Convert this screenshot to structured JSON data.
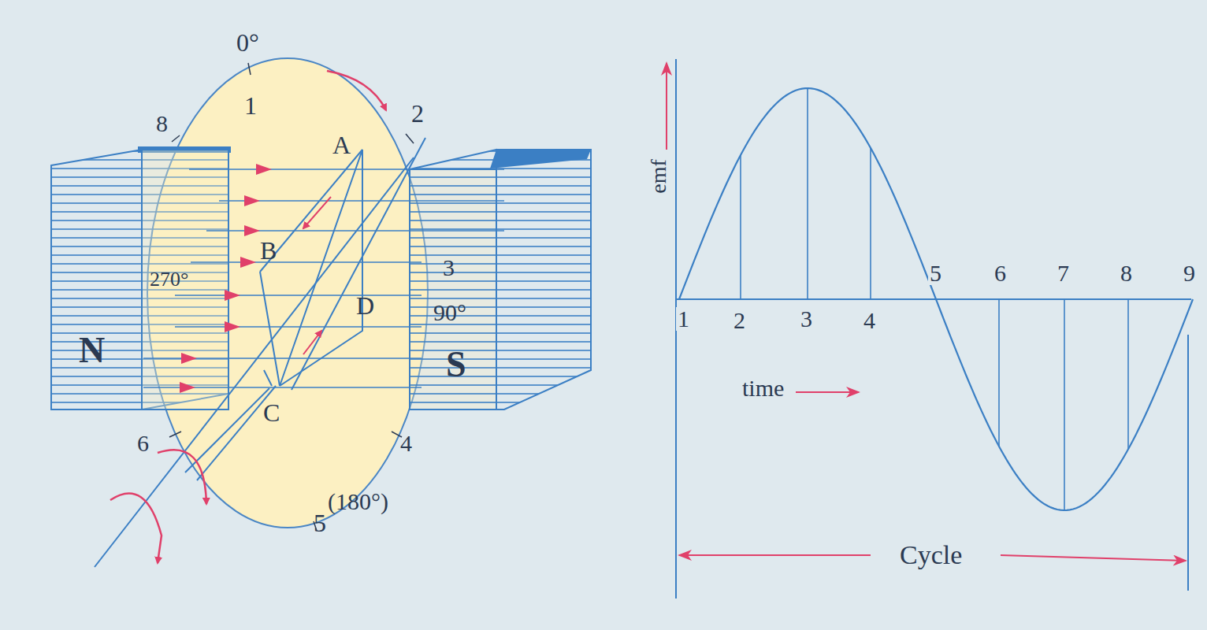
{
  "diagram": {
    "labels": [
      "0°",
      "1",
      "2",
      "8",
      "A",
      "B",
      "270°",
      "3",
      "90°",
      "D",
      "N",
      "S",
      "C",
      "6",
      "4",
      "5",
      "(180°)",
      "emf",
      "1",
      "2",
      "3",
      "4",
      "5",
      "6",
      "7",
      "8",
      "9",
      "time",
      "Cycle"
    ]
  }
}
